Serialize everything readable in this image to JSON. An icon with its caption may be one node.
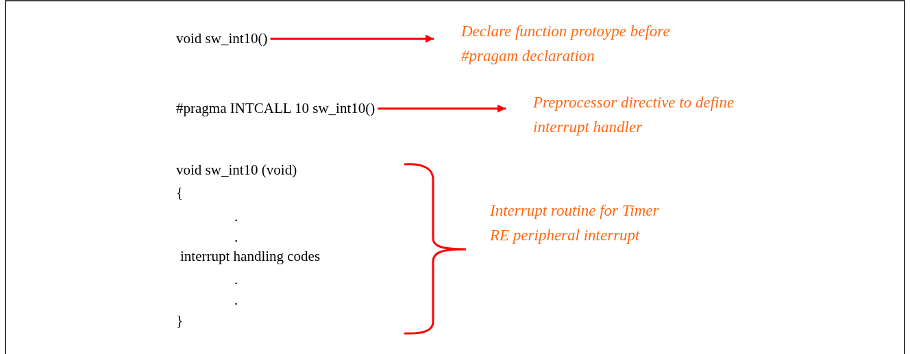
{
  "diagram": {
    "nodes": [
      {
        "text": [
          "void sw_int10()"
        ]
      },
      {
        "text": [
          "Declare function protoype before #pragam declaration"
        ]
      },
      {
        "text": [
          "#pragma INTCALL 10 sw_int10()"
        ]
      },
      {
        "text": [
          "Preprocessor directive to define interrupt handler"
        ]
      },
      {
        "text": [
          "void sw_int10 (void)",
          "{",
          ".",
          ".",
          "interrupt handling codes",
          ".",
          ".",
          "}"
        ]
      },
      {
        "text": [
          "Interrupt routine for Timer RE peripheral interrupt"
        ]
      }
    ],
    "edges": [
      {
        "from": 0,
        "to": 1,
        "arrow": "to"
      },
      {
        "from": 2,
        "to": 3,
        "arrow": "to"
      }
    ]
  }
}
